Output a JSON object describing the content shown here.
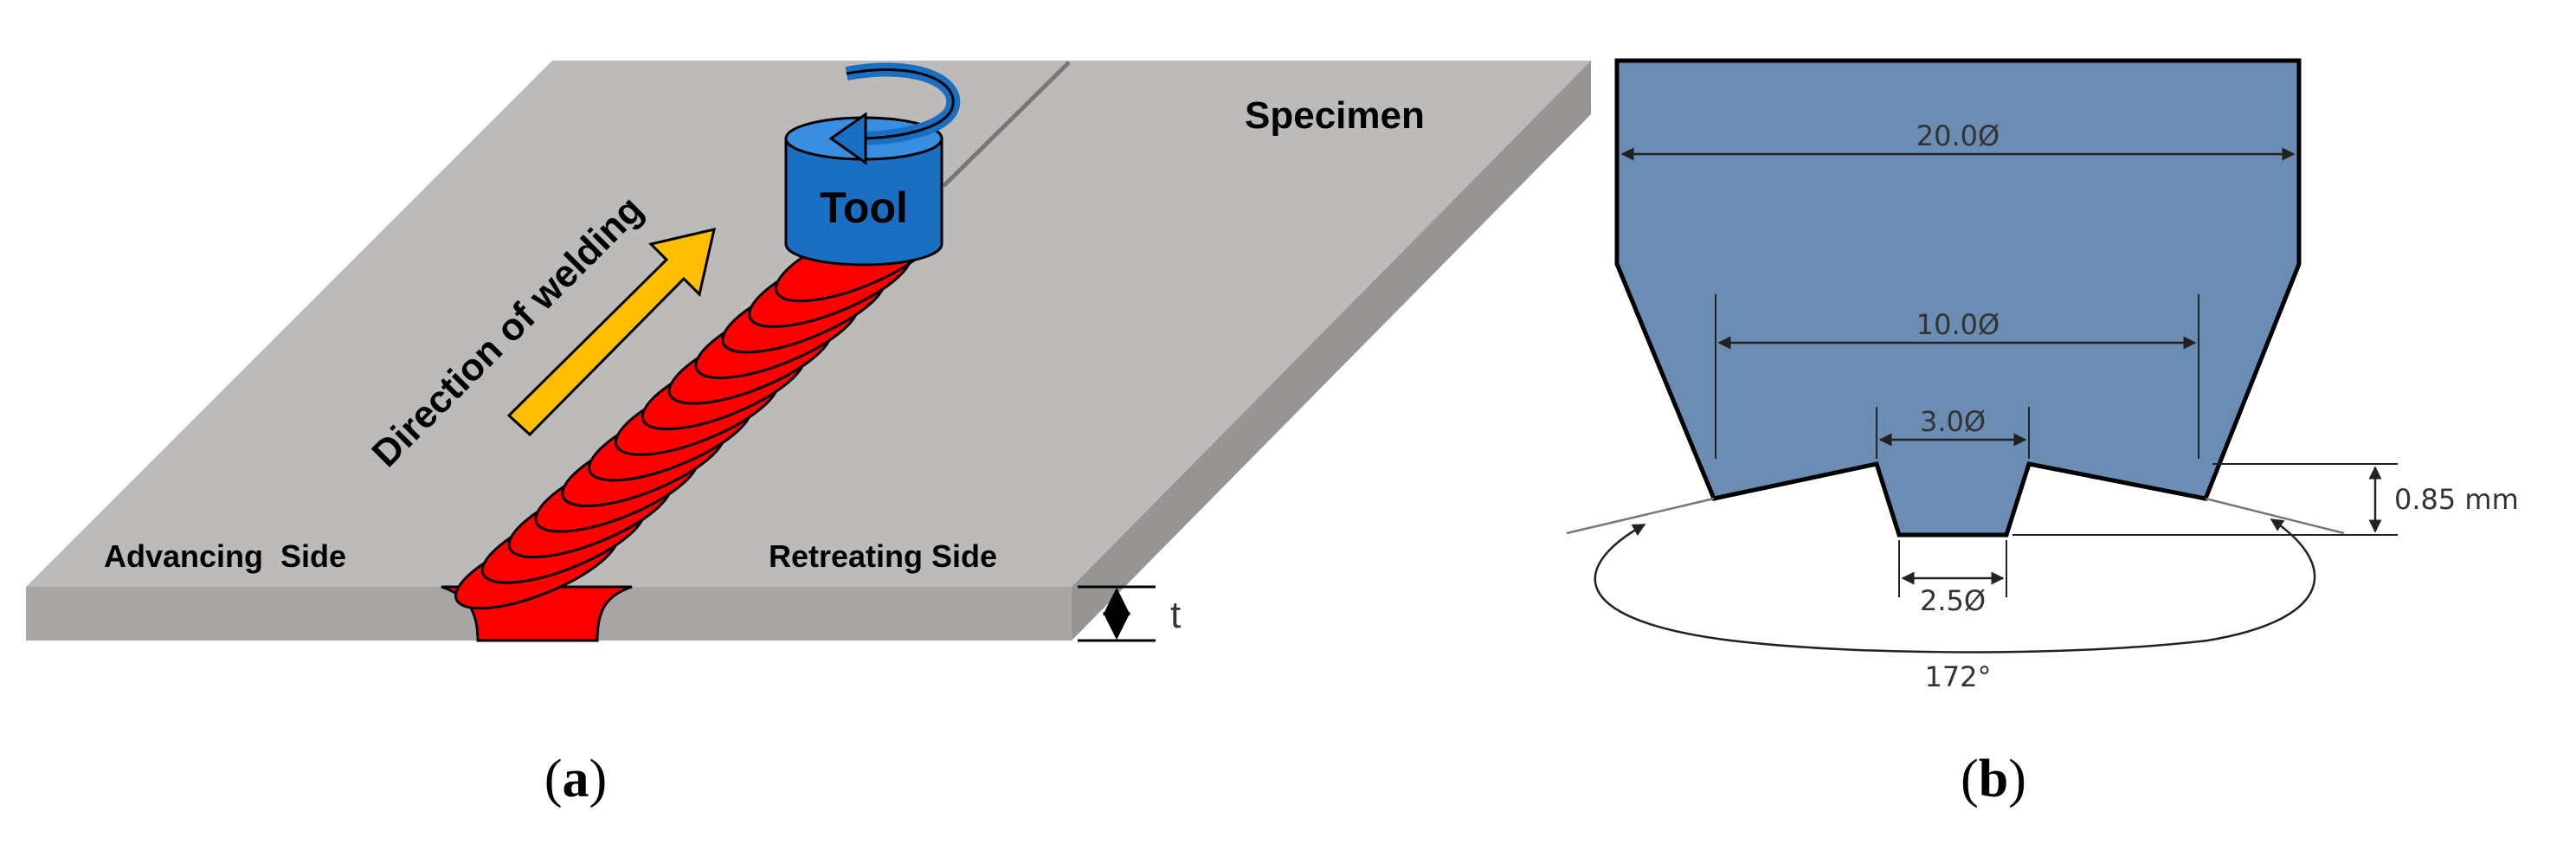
{
  "panel_a": {
    "specimen_label": "Specimen",
    "tool_label": "Tool",
    "direction_label": "Direction of welding",
    "advancing_label": "Advancing  Side",
    "retreating_label": "Retreating Side",
    "thickness_label": "t",
    "caption_open": "(",
    "caption_letter": "a",
    "caption_close": ")",
    "colors": {
      "plate_top": "#bdbaba",
      "plate_side": "#a8a5a5",
      "weld": "#ff0000",
      "tool": "#1a6fc2",
      "arrow": "#ffbf00"
    }
  },
  "panel_b": {
    "dim_shoulder": "20.0Ø",
    "dim_mid": "10.0Ø",
    "dim_pin_top": "3.0Ø",
    "dim_pin_bottom": "2.5Ø",
    "dim_depth": "0.85 mm",
    "dim_angle": "172°",
    "caption_open": "(",
    "caption_letter": "b",
    "caption_close": ")",
    "colors": {
      "tool_fill": "#6c8db3"
    }
  }
}
